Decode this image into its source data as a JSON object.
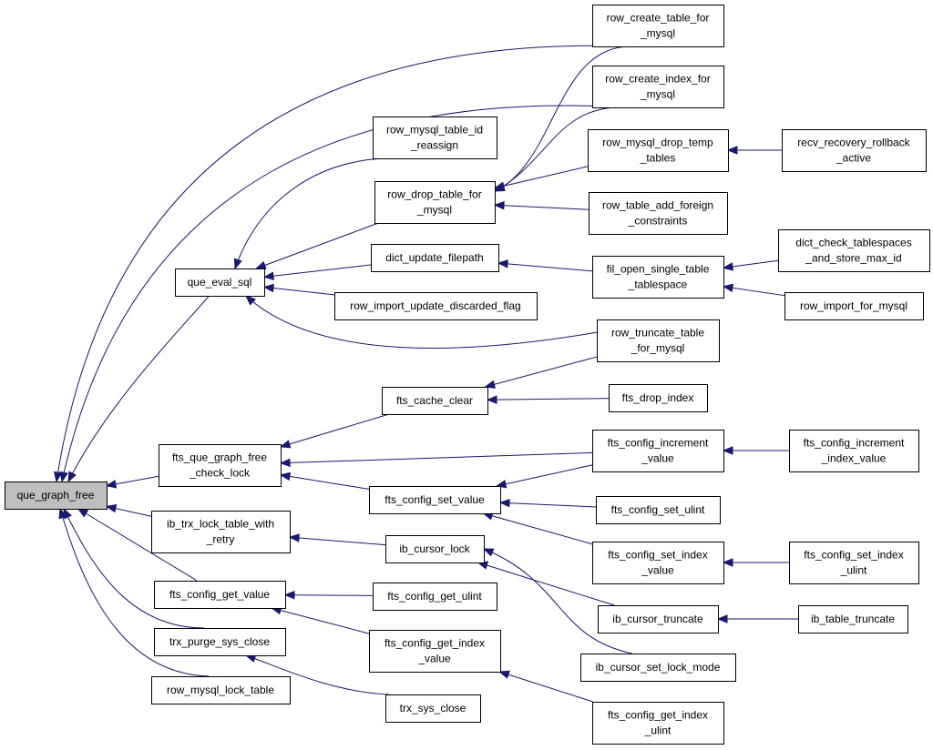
{
  "diagram": {
    "type": "call-graph",
    "colors": {
      "edge": "#191970",
      "root_fill": "#bfbfbf",
      "node_fill": "#ffffff",
      "node_border": "#000000"
    },
    "nodes": {
      "que_graph_free": [
        "que_graph_free"
      ],
      "que_eval_sql": [
        "que_eval_sql"
      ],
      "fts_que_graph_free_check_lock": [
        "fts_que_graph_free",
        "_check_lock"
      ],
      "ib_trx_lock_table_with_retry": [
        "ib_trx_lock_table_with",
        "_retry"
      ],
      "fts_config_get_value": [
        "fts_config_get_value"
      ],
      "trx_purge_sys_close": [
        "trx_purge_sys_close"
      ],
      "row_mysql_lock_table": [
        "row_mysql_lock_table"
      ],
      "row_mysql_table_id_reassign": [
        "row_mysql_table_id",
        "_reassign"
      ],
      "row_drop_table_for_mysql": [
        "row_drop_table_for",
        "_mysql"
      ],
      "dict_update_filepath": [
        "dict_update_filepath"
      ],
      "row_import_update_discarded_flag": [
        "row_import_update_discarded_flag"
      ],
      "fts_cache_clear": [
        "fts_cache_clear"
      ],
      "fts_config_set_value": [
        "fts_config_set_value"
      ],
      "ib_cursor_lock": [
        "ib_cursor_lock"
      ],
      "fts_config_get_ulint": [
        "fts_config_get_ulint"
      ],
      "fts_config_get_index_value": [
        "fts_config_get_index",
        "_value"
      ],
      "trx_sys_close": [
        "trx_sys_close"
      ],
      "row_create_table_for_mysql": [
        "row_create_table_for",
        "_mysql"
      ],
      "row_create_index_for_mysql": [
        "row_create_index_for",
        "_mysql"
      ],
      "row_mysql_drop_temp_tables": [
        "row_mysql_drop_temp",
        "_tables"
      ],
      "row_table_add_foreign_constraints": [
        "row_table_add_foreign",
        "_constraints"
      ],
      "fil_open_single_table_tablespace": [
        "fil_open_single_table",
        "_tablespace"
      ],
      "row_truncate_table_for_mysql": [
        "row_truncate_table",
        "_for_mysql"
      ],
      "fts_drop_index": [
        "fts_drop_index"
      ],
      "fts_config_increment_value": [
        "fts_config_increment",
        "_value"
      ],
      "fts_config_set_ulint": [
        "fts_config_set_ulint"
      ],
      "fts_config_set_index_value": [
        "fts_config_set_index",
        "_value"
      ],
      "ib_cursor_truncate": [
        "ib_cursor_truncate"
      ],
      "ib_cursor_set_lock_mode": [
        "ib_cursor_set_lock_mode"
      ],
      "fts_config_get_index_ulint": [
        "fts_config_get_index",
        "_ulint"
      ],
      "recv_recovery_rollback_active": [
        "recv_recovery_rollback",
        "_active"
      ],
      "dict_check_tablespaces_and_store_max_id": [
        "dict_check_tablespaces",
        "_and_store_max_id"
      ],
      "row_import_for_mysql": [
        "row_import_for_mysql"
      ],
      "fts_config_increment_index_value": [
        "fts_config_increment",
        "_index_value"
      ],
      "fts_config_set_index_ulint": [
        "fts_config_set_index",
        "_ulint"
      ],
      "ib_table_truncate": [
        "ib_table_truncate"
      ]
    },
    "edges": [
      [
        "que_eval_sql",
        "que_graph_free"
      ],
      [
        "fts_que_graph_free_check_lock",
        "que_graph_free"
      ],
      [
        "ib_trx_lock_table_with_retry",
        "que_graph_free"
      ],
      [
        "fts_config_get_value",
        "que_graph_free"
      ],
      [
        "trx_purge_sys_close",
        "que_graph_free"
      ],
      [
        "row_mysql_lock_table",
        "que_graph_free"
      ],
      [
        "row_create_table_for_mysql",
        "que_graph_free"
      ],
      [
        "row_create_index_for_mysql",
        "que_graph_free"
      ],
      [
        "row_mysql_table_id_reassign",
        "que_eval_sql"
      ],
      [
        "row_drop_table_for_mysql",
        "que_eval_sql"
      ],
      [
        "dict_update_filepath",
        "que_eval_sql"
      ],
      [
        "row_import_update_discarded_flag",
        "que_eval_sql"
      ],
      [
        "row_truncate_table_for_mysql",
        "que_eval_sql"
      ],
      [
        "row_create_table_for_mysql",
        "row_drop_table_for_mysql"
      ],
      [
        "row_create_index_for_mysql",
        "row_drop_table_for_mysql"
      ],
      [
        "row_mysql_drop_temp_tables",
        "row_drop_table_for_mysql"
      ],
      [
        "row_table_add_foreign_constraints",
        "row_drop_table_for_mysql"
      ],
      [
        "recv_recovery_rollback_active",
        "row_mysql_drop_temp_tables"
      ],
      [
        "fil_open_single_table_tablespace",
        "dict_update_filepath"
      ],
      [
        "dict_check_tablespaces_and_store_max_id",
        "fil_open_single_table_tablespace"
      ],
      [
        "row_import_for_mysql",
        "fil_open_single_table_tablespace"
      ],
      [
        "fts_cache_clear",
        "fts_que_graph_free_check_lock"
      ],
      [
        "fts_config_increment_value",
        "fts_que_graph_free_check_lock"
      ],
      [
        "fts_config_set_value",
        "fts_que_graph_free_check_lock"
      ],
      [
        "row_truncate_table_for_mysql",
        "fts_cache_clear"
      ],
      [
        "fts_drop_index",
        "fts_cache_clear"
      ],
      [
        "fts_config_increment_value",
        "fts_config_set_value"
      ],
      [
        "fts_config_set_ulint",
        "fts_config_set_value"
      ],
      [
        "fts_config_set_index_value",
        "fts_config_set_value"
      ],
      [
        "fts_config_increment_index_value",
        "fts_config_increment_value"
      ],
      [
        "fts_config_set_index_ulint",
        "fts_config_set_index_value"
      ],
      [
        "ib_cursor_lock",
        "ib_trx_lock_table_with_retry"
      ],
      [
        "ib_cursor_truncate",
        "ib_cursor_lock"
      ],
      [
        "ib_cursor_set_lock_mode",
        "ib_cursor_lock"
      ],
      [
        "ib_table_truncate",
        "ib_cursor_truncate"
      ],
      [
        "fts_config_get_ulint",
        "fts_config_get_value"
      ],
      [
        "fts_config_get_index_value",
        "fts_config_get_value"
      ],
      [
        "fts_config_get_index_ulint",
        "fts_config_get_index_value"
      ],
      [
        "trx_sys_close",
        "trx_purge_sys_close"
      ]
    ]
  }
}
